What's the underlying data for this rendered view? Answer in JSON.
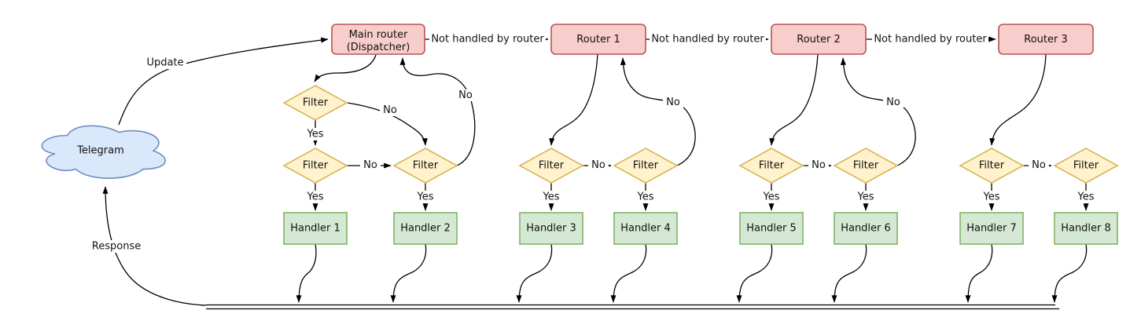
{
  "labels": {
    "telegram": "Telegram",
    "update": "Update",
    "response": "Response",
    "dispatcher_line1": "Main router",
    "dispatcher_line2": "(Dispatcher)",
    "routers": [
      "Router 1",
      "Router 2",
      "Router 3"
    ],
    "not_handled": "Not handled by router",
    "filter": "Filter",
    "yes": "Yes",
    "no": "No",
    "handlers": [
      "Handler 1",
      "Handler 2",
      "Handler 3",
      "Handler 4",
      "Handler 5",
      "Handler 6",
      "Handler 7",
      "Handler 8"
    ]
  },
  "colors": {
    "router-fill": "#f8cecc",
    "router-stroke": "#b85450",
    "filter-fill": "#fff2cc",
    "filter-stroke": "#d6b656",
    "handler-fill": "#d5e8d4",
    "handler-stroke": "#82b366",
    "cloud-fill": "#dae8fc",
    "cloud-stroke": "#6c8ebf",
    "edge": "#000000",
    "background": "#ffffff",
    "text": "#111111"
  }
}
